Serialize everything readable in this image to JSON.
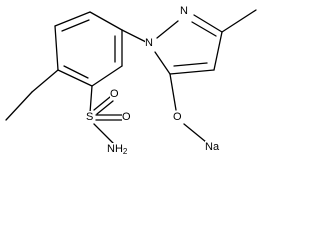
{
  "molecule": {
    "atoms": {
      "n_pyrazole_2": "N",
      "n_pyrazole_1": "N",
      "sulfur": "S",
      "oxygen_top": "O",
      "oxygen_right": "O",
      "amine_n": "NH",
      "amine_h_count": "2",
      "oxygen_ether": "O",
      "sodium": "Na"
    },
    "colors": {
      "bond": "#000000",
      "label": "#000000",
      "background": "#ffffff"
    }
  }
}
